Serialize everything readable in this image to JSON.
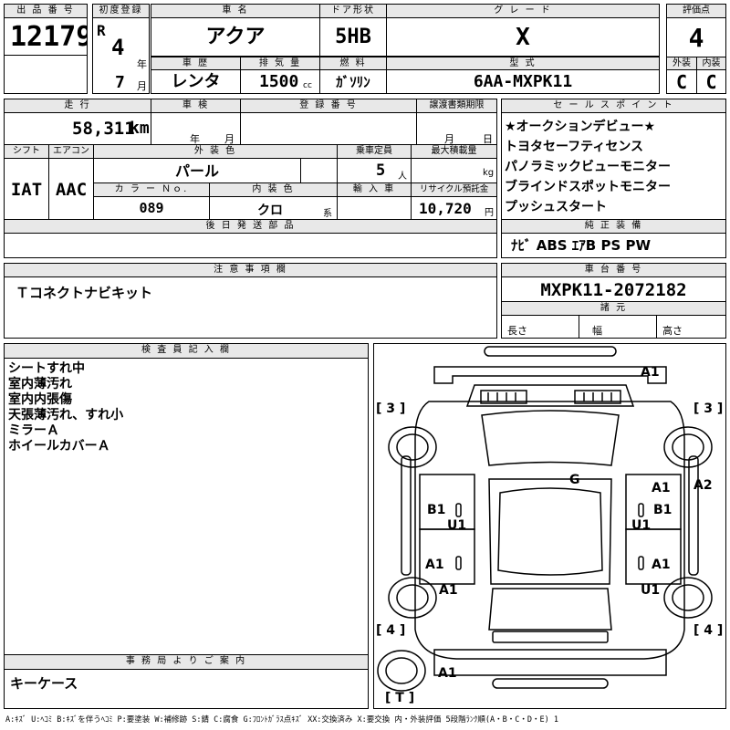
{
  "row1": {
    "lot_label": "出 品 番 号",
    "lot_value": "12179",
    "reg_label": "初度登録",
    "era": "R",
    "year_num": "4",
    "year_unit": "年",
    "month_num": "7",
    "month_unit": "月",
    "model_label": "車 名",
    "model_value": "アクア",
    "door_label": "ドア形状",
    "door_value": "5HB",
    "grade_label": "グ レ ー ド",
    "grade_value": "X",
    "score_label": "評価点",
    "score_value": "4",
    "history_label": "車 歴",
    "history_value": "レンタ",
    "disp_label": "排 気 量",
    "disp_value": "1500",
    "disp_unit": "cc",
    "fuel_label": "燃 料",
    "fuel_value": "ｶﾞｿﾘﾝ",
    "type_label": "型 式",
    "type_value": "6AA-MXPK11",
    "ext_label": "外装",
    "ext_value": "C",
    "int_label": "内装",
    "int_value": "C"
  },
  "row2": {
    "mileage_label": "走 行",
    "mileage_value": "58,311",
    "mileage_unit": "km",
    "inspection_label": "車 検",
    "insp_year": "年",
    "insp_month": "月",
    "regno_label": "登 録 番 号",
    "deadline_label": "譲渡書類期限",
    "dl_month": "月",
    "dl_day": "日",
    "shift_label": "シフト",
    "shift_value": "IAT",
    "ac_label": "エアコン",
    "ac_value": "AAC",
    "color_label": "外 装 色",
    "color_value": "パール",
    "capacity_label": "乗車定員",
    "capacity_value": "5",
    "capacity_unit": "人",
    "load_label": "最大積載量",
    "load_unit": "kg",
    "colorno_label": "カ ラ ー Ｎｏ.",
    "colorno_value": "089",
    "intcolor_label": "内 装 色",
    "intcolor_value": "クロ",
    "intcolor_unit": "系",
    "import_label": "輸 入 車",
    "recycle_label": "リサイクル預託金",
    "recycle_value": "10,720",
    "recycle_unit": "円",
    "later_label": "後 日 発 送 部 品"
  },
  "sales_points": {
    "label": "セ ー ル ス ポ イ ン ト",
    "items": [
      "★オークションデビュー★",
      "トヨタセーフティセンス",
      "パノラミックビューモニター",
      "ブラインドスポットモニター",
      "プッシュスタート"
    ]
  },
  "equipment": {
    "label": "純 正 装 備",
    "value": "ﾅﾋﾞ ABS ｴｱB PS PW"
  },
  "caution": {
    "label": "注 意 事 項 欄",
    "value": "Ｔコネクトナビキット"
  },
  "chassis": {
    "label": "車 台 番 号",
    "value": "MXPK11-2072182",
    "dims_label": "諸 元",
    "length": "長さ",
    "width": "幅",
    "height": "高さ"
  },
  "inspector": {
    "label": "検 査 員 記 入 欄",
    "notes": [
      "シートすれ中",
      "室内薄汚れ",
      "室内内張傷",
      "天張薄汚れ、すれ小",
      "ミラーＡ",
      "ホイールカバーＡ"
    ]
  },
  "office": {
    "label": "事 務 局 よ り ご 案 内",
    "value": "キーケース"
  },
  "diagram": {
    "tire_labels": [
      "[ 3 ]",
      "[ 3 ]",
      "[ 4 ]",
      "[ 4 ]",
      "[ T ]"
    ],
    "marks": [
      "A1",
      "G",
      "A1",
      "A2",
      "B1",
      "B1",
      "U1",
      "U1",
      "A1",
      "A1",
      "A1",
      "U1",
      "A1"
    ]
  },
  "legend": "A:ｷｽﾞ U:ﾍｺﾐ B:ｷｽﾞを伴うﾍｺﾐ P:要塗装 W:補修跡 S:錆 C:腐食 G:ﾌﾛﾝﾄｶﾞﾗｽ点ｷｽﾞ XX:交換済み X:要交換 内・外装評価 5段階ﾗﾝｸ順(A・B・C・D・E) 1"
}
